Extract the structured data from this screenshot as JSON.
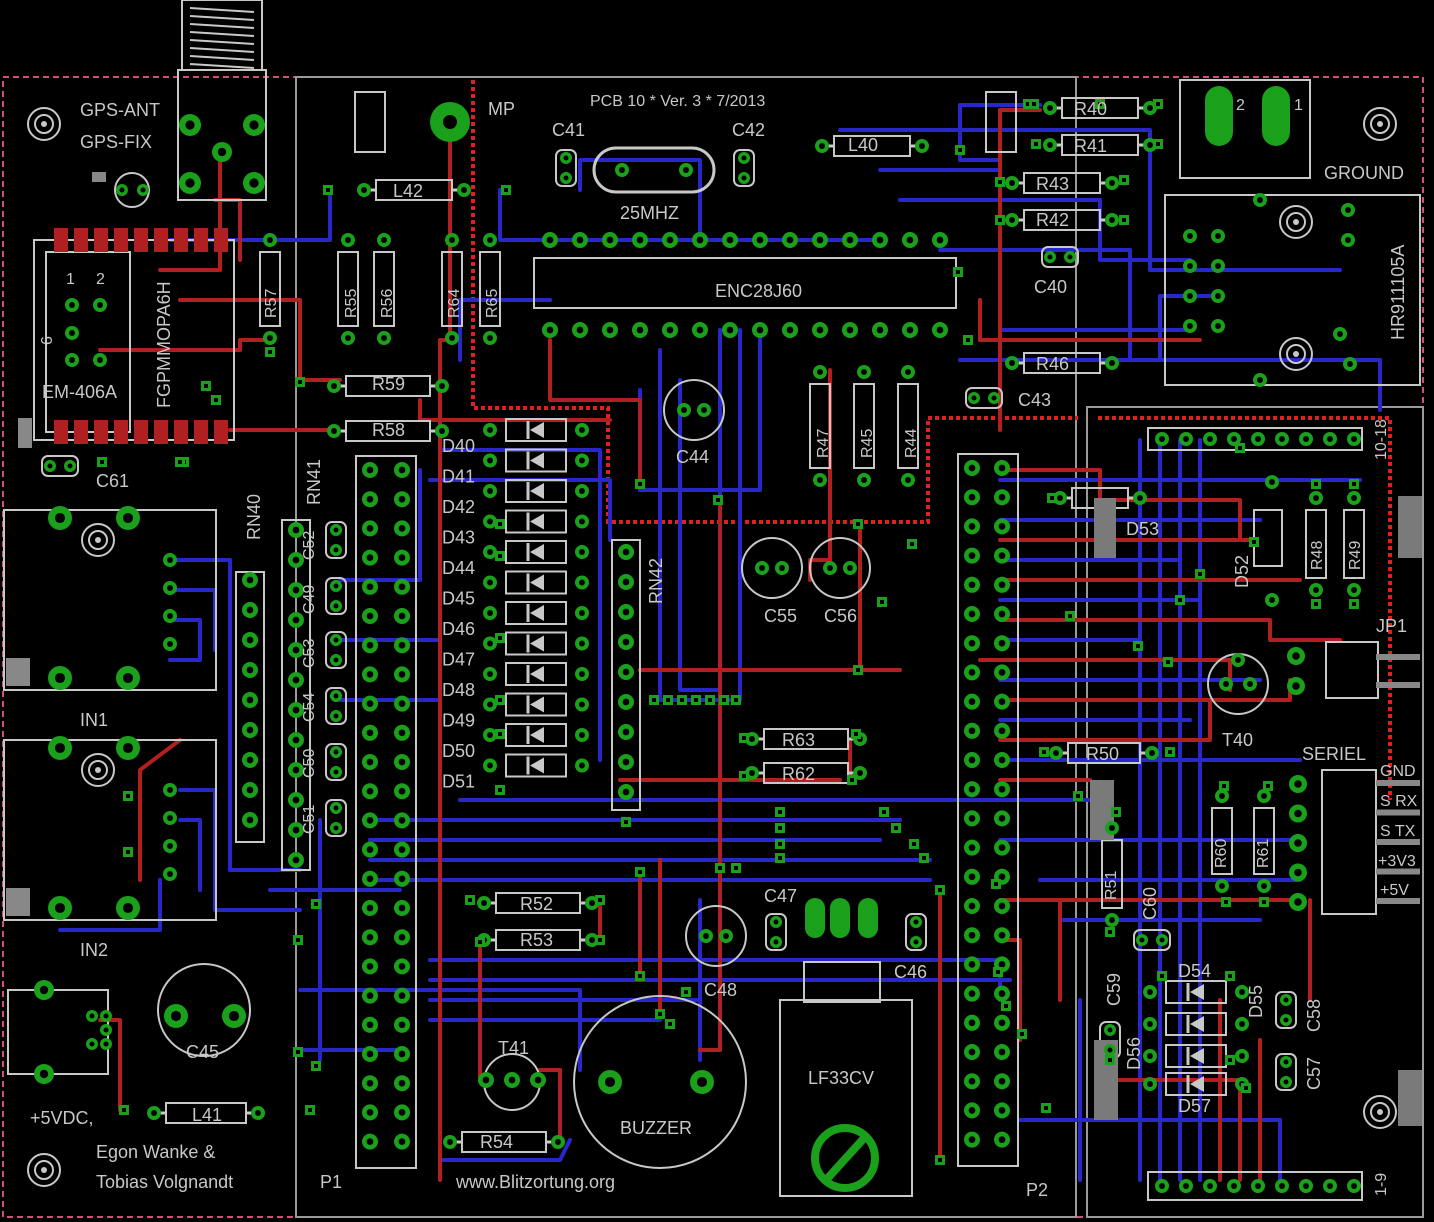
{
  "board": {
    "title": "PCB 10 * Ver. 3 * 7/2013",
    "authors": [
      "Egon Wanke &",
      "Tobias Volgnandt"
    ],
    "website": "www.Blitzortung.org",
    "colors": {
      "background": "#000000",
      "top_trace": "#b02020",
      "bottom_trace": "#2828c8",
      "pad": "#1aa01a",
      "via_pad": "#1aa01a",
      "silkscreen": "#c8c8c8",
      "board_outline": "#d0507a",
      "keepout": "#e02020"
    }
  },
  "labels": {
    "gps_ant": "GPS-ANT",
    "gps_fix": "GPS-FIX",
    "mp": "MP",
    "c41": "C41",
    "c42": "C42",
    "crystal": "25MHZ",
    "l42": "L42",
    "l40": "L40",
    "r40": "R40",
    "r41": "R41",
    "r43": "R43",
    "r42": "R42",
    "c40": "C40",
    "r46": "R46",
    "c43": "C43",
    "enc": "ENC28J60",
    "ground": "GROUND",
    "hr": "HR911105A",
    "r57": "R57",
    "r55": "R55",
    "r56": "R56",
    "r64": "R64",
    "r65": "R65",
    "fgp": "FGPMMOPA6H",
    "em": "EM-406A",
    "r59": "R59",
    "r58": "R58",
    "c61": "C61",
    "rn40": "RN40",
    "rn41": "RN41",
    "rn42": "RN42",
    "c44": "C44",
    "r47": "R47",
    "r45": "R45",
    "r44": "R44",
    "c55": "C55",
    "c56": "C56",
    "d53": "D53",
    "d52": "D52",
    "r48": "R48",
    "r49": "R49",
    "jp1": "JP1",
    "t40": "T40",
    "r50": "R50",
    "seriel": "SERIEL",
    "gnd": "GND",
    "srx": "S RX",
    "stx": "S TX",
    "v33": "+3V3",
    "v5": "+5V",
    "r60": "R60",
    "r61": "R61",
    "r51": "R51",
    "c60": "C60",
    "c59": "C59",
    "d54": "D54",
    "d55": "D55",
    "d56": "D56",
    "d57": "D57",
    "c58": "C58",
    "c57": "C57",
    "r63": "R63",
    "r62": "R62",
    "r52": "R52",
    "r53": "R53",
    "c47": "C47",
    "c48": "C48",
    "c46": "C46",
    "lf33": "LF33CV",
    "t41": "T41",
    "buzzer": "BUZZER",
    "r54": "R54",
    "c45": "C45",
    "in1": "IN1",
    "in2": "IN2",
    "vdc": "+5VDC,",
    "l41": "L41",
    "p1": "P1",
    "p2": "P2",
    "r_10_18": "10-18",
    "r_1_9": "1-9",
    "c52": "C52",
    "c49": "C49",
    "c53": "C53",
    "c54": "C54",
    "c50": "C50",
    "c51": "C51",
    "gps_pin1": "1",
    "gps_pin2": "2",
    "gps_pin6": "6",
    "gnd_pin2": "2",
    "gnd_pin1": "1",
    "diodes_left": [
      "D40",
      "D41",
      "D42",
      "D43",
      "D44",
      "D45",
      "D46",
      "D47",
      "D48",
      "D49",
      "D50",
      "D51"
    ]
  }
}
